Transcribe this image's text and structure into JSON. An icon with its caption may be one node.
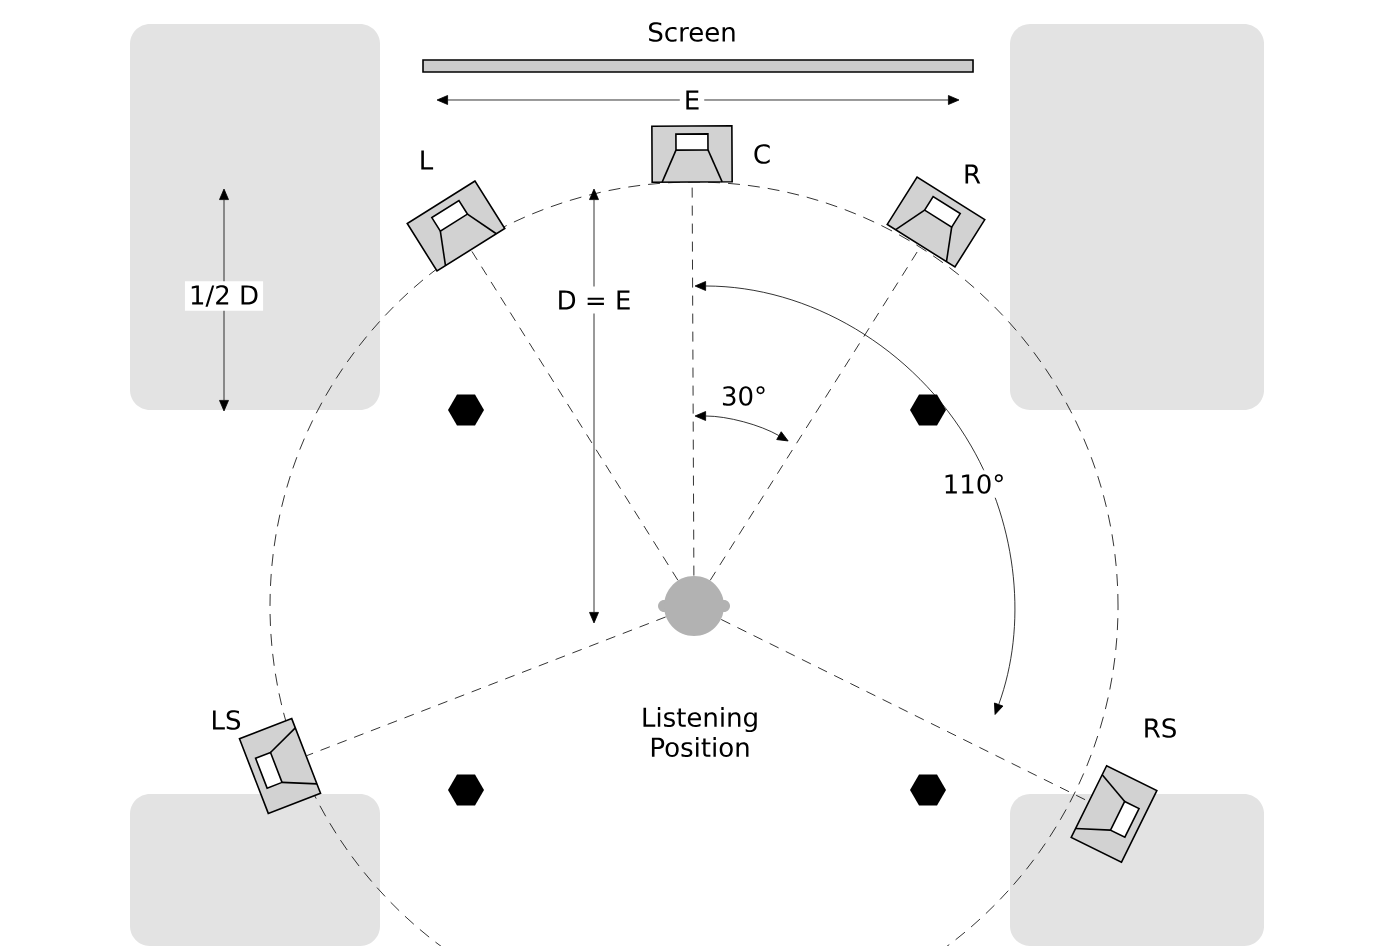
{
  "diagram": {
    "nodes": [
      {
        "text": [
          "Screen"
        ]
      },
      {
        "text": [
          "L"
        ]
      },
      {
        "text": [
          "C"
        ]
      },
      {
        "text": [
          "R"
        ]
      },
      {
        "text": [
          "Listening Position"
        ]
      },
      {
        "text": [
          "LS"
        ]
      },
      {
        "text": [
          "RS"
        ]
      },
      {
        "text": [],
        "shape": "box"
      },
      {
        "text": [],
        "shape": "box"
      },
      {
        "text": [],
        "shape": "box"
      },
      {
        "text": [],
        "shape": "box"
      }
    ],
    "edges": [
      {
        "from": 4,
        "to": 1,
        "arrow": "none",
        "style": "dashed"
      },
      {
        "from": 4,
        "to": 2,
        "arrow": "none",
        "style": "dashed"
      },
      {
        "from": 4,
        "to": 3,
        "arrow": "none",
        "style": "dashed"
      },
      {
        "from": 4,
        "to": 5,
        "arrow": "none",
        "style": "dashed"
      },
      {
        "from": 4,
        "to": 6,
        "arrow": "none",
        "style": "dashed"
      }
    ],
    "labels": [
      "E",
      "1/2 D",
      "D = E",
      "30°",
      "110°"
    ]
  }
}
